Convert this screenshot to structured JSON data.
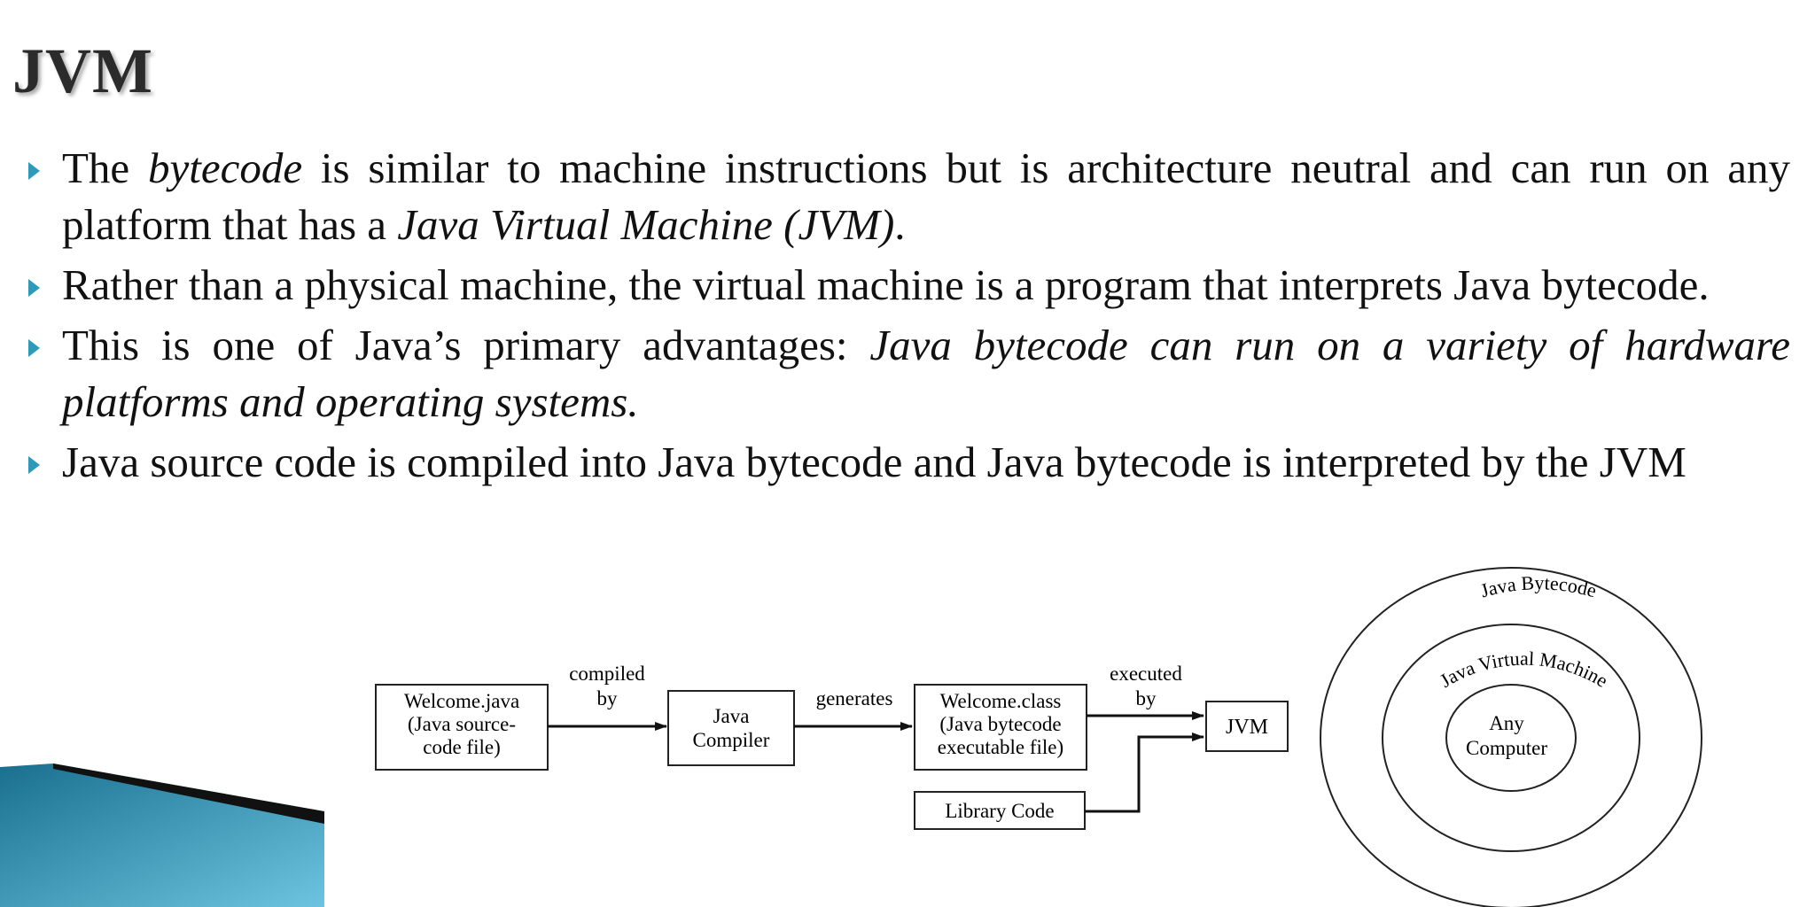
{
  "slide": {
    "title": "JVM",
    "bullets": [
      {
        "parts": [
          {
            "text": "The ",
            "italic": false
          },
          {
            "text": "bytecode",
            "italic": true
          },
          {
            "text": " is similar to machine instructions but is architecture neutral and can run on any platform that has a ",
            "italic": false
          },
          {
            "text": "Java Virtual Machine (JVM)",
            "italic": true
          },
          {
            "text": ".",
            "italic": false
          }
        ]
      },
      {
        "parts": [
          {
            "text": "Rather than a physical machine, the virtual machine is a program that interprets Java bytecode.",
            "italic": false
          }
        ]
      },
      {
        "parts": [
          {
            "text": "This is one of Java’s primary advantages: ",
            "italic": false
          },
          {
            "text": "Java bytecode can run on a variety of hardware platforms and operating systems.",
            "italic": true
          }
        ]
      },
      {
        "parts": [
          {
            "text": "Java source code is compiled into Java bytecode and Java bytecode is interpreted by the JVM",
            "italic": false
          }
        ]
      }
    ]
  },
  "flow": {
    "source_box": [
      "Welcome.java",
      "(Java source-",
      "code file)"
    ],
    "compiled_by": [
      "compiled",
      "by"
    ],
    "compiler_box": [
      "Java",
      "Compiler"
    ],
    "generates": "generates",
    "class_box": [
      "Welcome.class",
      "(Java bytecode",
      "executable file)"
    ],
    "executed_by": [
      "executed",
      "by"
    ],
    "jvm_box": "JVM",
    "library_box": "Library Code"
  },
  "rings": {
    "outer": "Java Bytecode",
    "middle": "Java Virtual Machine",
    "inner": [
      "Any",
      "Computer"
    ]
  },
  "colors": {
    "bullet_marker": "#2f9ab8",
    "corner_dark": "#1a6f8f",
    "corner_light": "#6cc4e0"
  }
}
